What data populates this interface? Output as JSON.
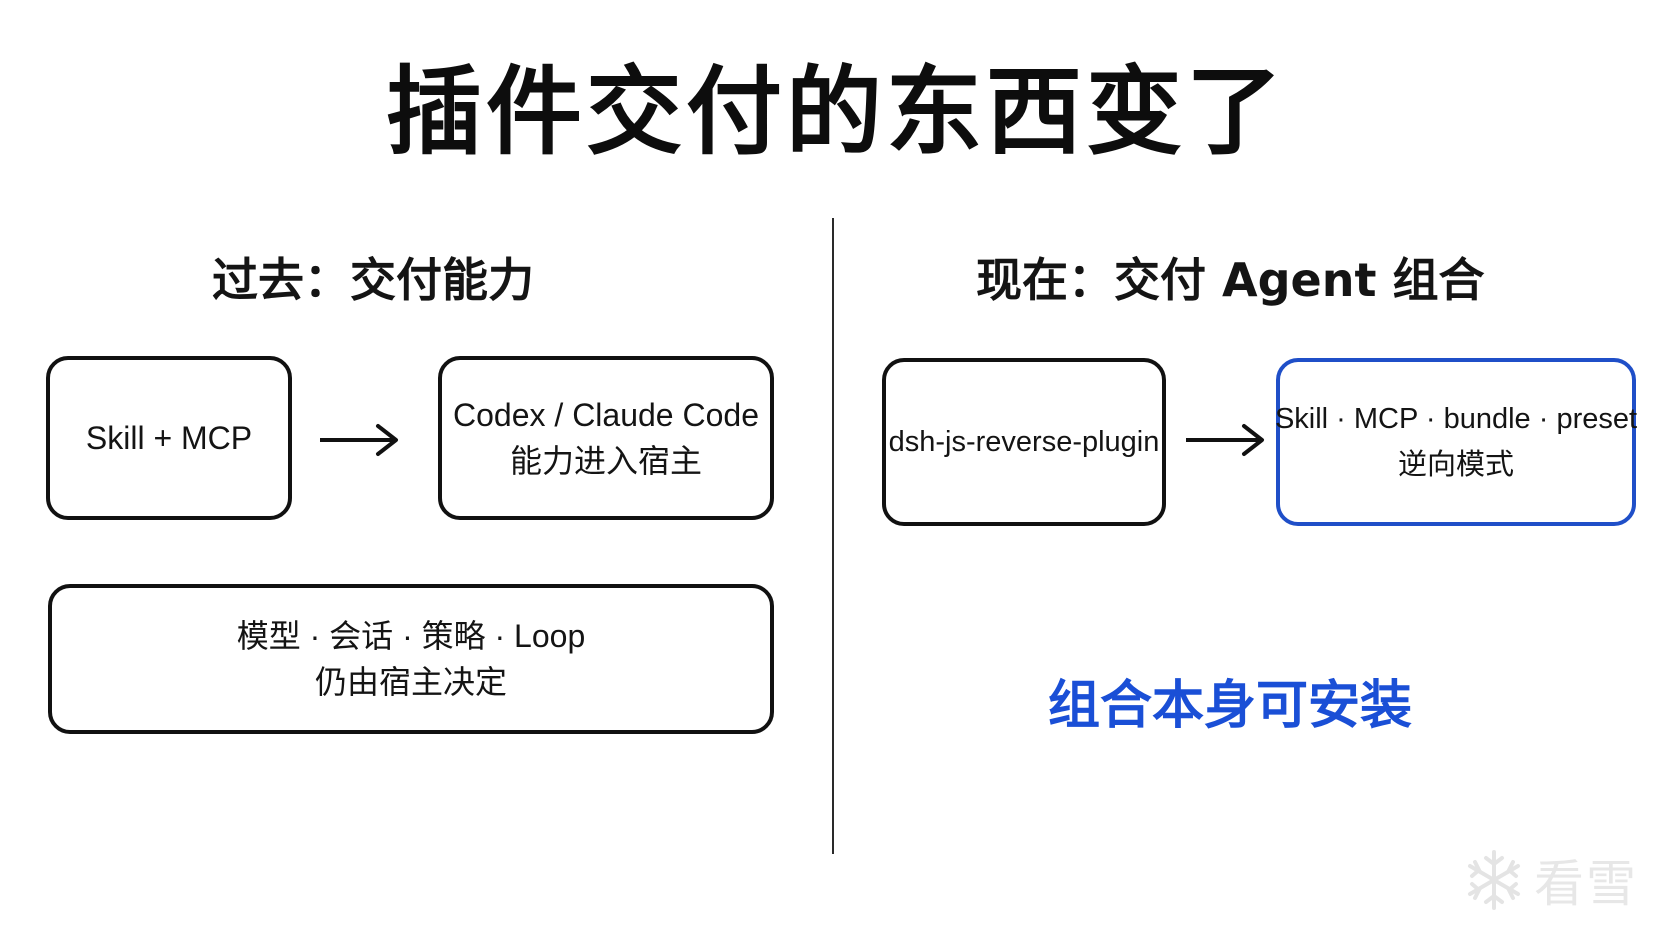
{
  "title": "插件交付的东西变了",
  "left": {
    "heading": "过去：交付能力",
    "box1": {
      "line1": "Skill + MCP"
    },
    "box2": {
      "line1": "Codex / Claude Code",
      "line2": "能力进入宿主"
    },
    "box3": {
      "line1": "模型 · 会话 · 策略 · Loop",
      "line2": "仍由宿主决定"
    }
  },
  "right": {
    "heading": "现在：交付 Agent 组合",
    "box1": {
      "line1": "dsh-js-reverse-plugin"
    },
    "box2": {
      "line1": "Skill · MCP · bundle · preset",
      "line2": "逆向模式"
    },
    "highlight": "组合本身可安装"
  },
  "watermark": {
    "text": "看雪",
    "icon": "snowflake-icon"
  },
  "colors": {
    "text": "#111111",
    "accent_blue": "#1a4fd6",
    "box_border": "#111111",
    "box_border_highlight": "#1f4fc8",
    "watermark": "#d4d4d4"
  }
}
